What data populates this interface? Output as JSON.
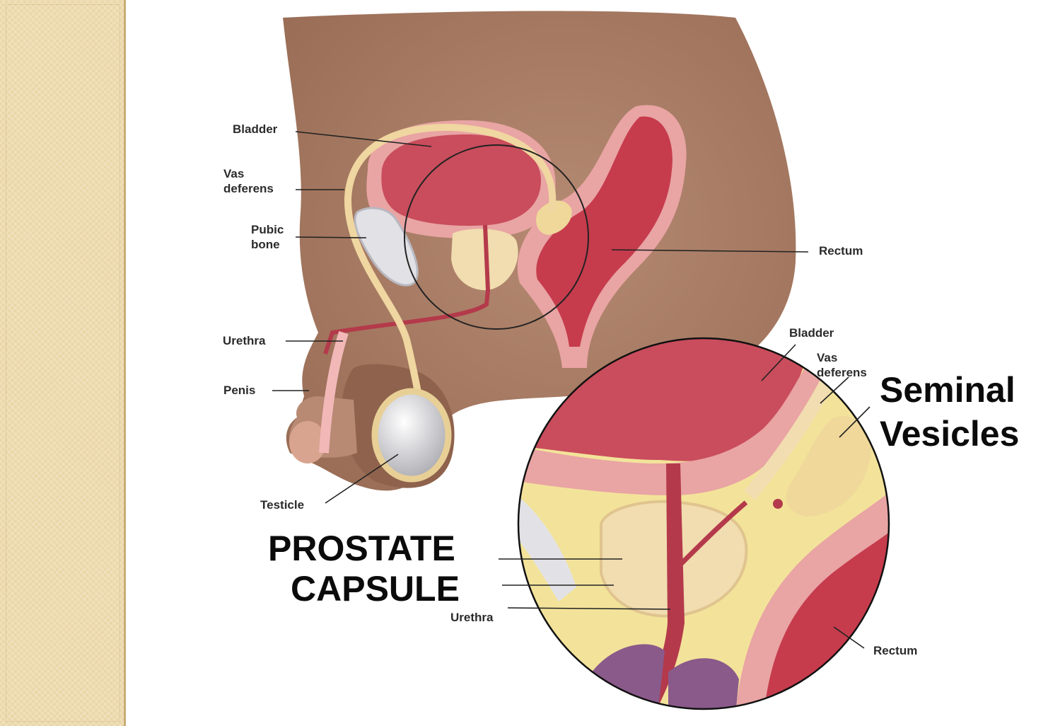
{
  "labels": {
    "bladder_top": "Bladder",
    "vas_deferens_top_1": "Vas",
    "vas_deferens_top_2": "deferens",
    "pubic_bone_1": "Pubic",
    "pubic_bone_2": "bone",
    "rectum_top": "Rectum",
    "urethra_left": "Urethra",
    "penis": "Penis",
    "testicle": "Testicle",
    "bladder_inset": "Bladder",
    "vas_deferens_inset_1": "Vas",
    "vas_deferens_inset_2": "deferens",
    "seminal_vesicles_1": "Seminal",
    "seminal_vesicles_2": "Vesicles",
    "prostate": "PROSTATE",
    "capsule": "CAPSULE",
    "urethra_inset": "Urethra",
    "rectum_inset": "Rectum"
  },
  "colors": {
    "skin": "#a77a63",
    "bladder": "#c94d5c",
    "tissue_pink": "#e9a4a4",
    "prostate": "#f1ddb0",
    "fat_yellow": "#f3e39a",
    "rectum": "#c63c4d",
    "bone": "#e2e2e6",
    "panel": "#eedcb0"
  }
}
